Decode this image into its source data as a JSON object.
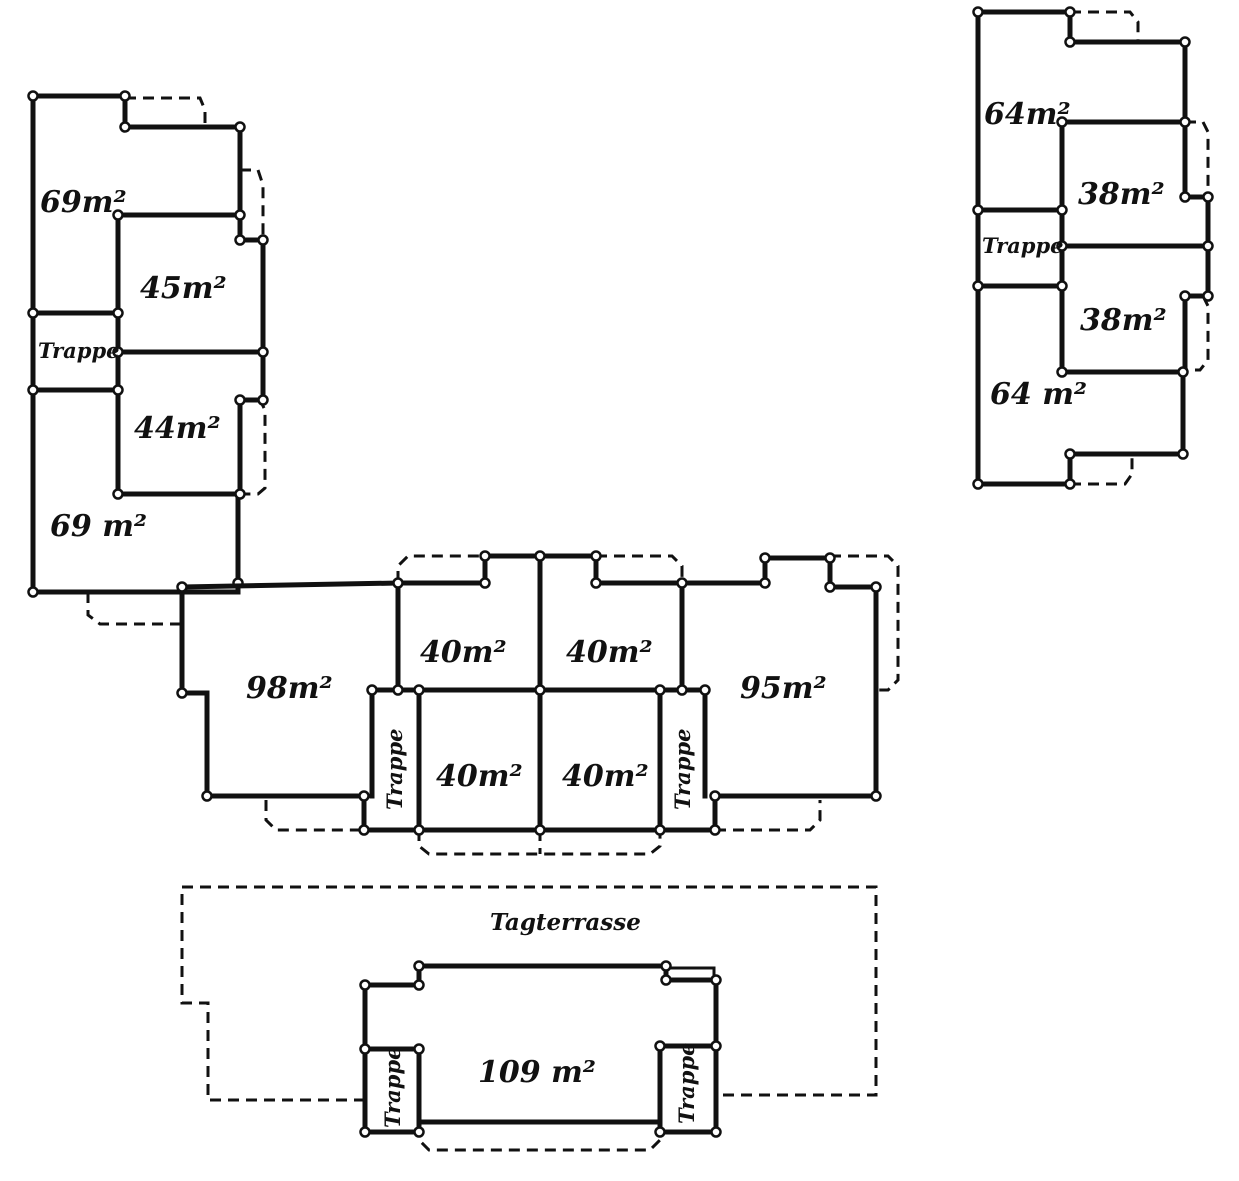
{
  "diagram": {
    "left_wing": {
      "rooms": [
        "69m²",
        "45m²",
        "44m²",
        "69 m²"
      ],
      "stair": "Trappe"
    },
    "right_wing": {
      "rooms": [
        "64m²",
        "38m²",
        "38m²",
        "64 m²"
      ],
      "stair": "Trappe"
    },
    "middle_block": {
      "rooms": [
        "98m²",
        "40m²",
        "40m²",
        "40m²",
        "40m²",
        "95m²"
      ],
      "stairs": [
        "Trappe",
        "Trappe"
      ]
    },
    "roof": {
      "terrace": "Tagterrasse",
      "room": "109 m²",
      "stairs": [
        "Trappe",
        "Trappe"
      ]
    }
  }
}
